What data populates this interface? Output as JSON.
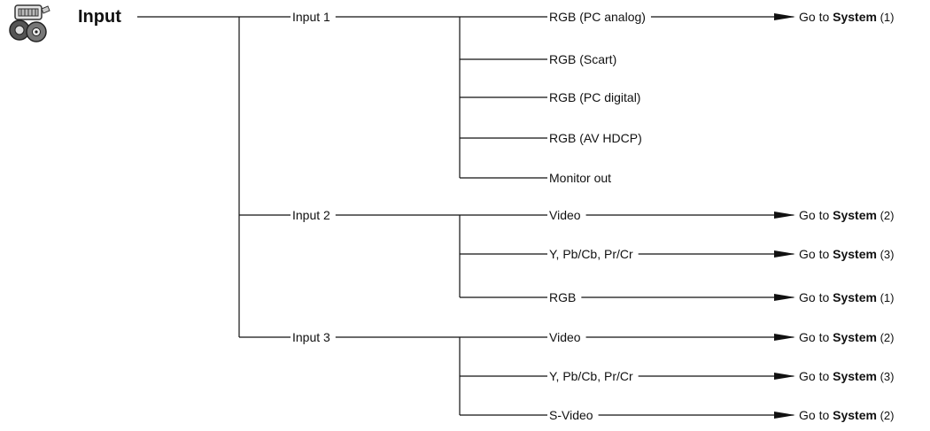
{
  "title": "Input",
  "icon": "input-connector-icon",
  "goto": {
    "prefix": "Go to",
    "target": "System"
  },
  "inputs": [
    {
      "label": "Input 1",
      "options": [
        {
          "label": "RGB (PC analog)",
          "system": "(1)"
        },
        {
          "label": "RGB (Scart)"
        },
        {
          "label": "RGB (PC digital)"
        },
        {
          "label": "RGB (AV HDCP)"
        },
        {
          "label": "Monitor out"
        }
      ]
    },
    {
      "label": "Input 2",
      "options": [
        {
          "label": "Video",
          "system": "(2)"
        },
        {
          "label": "Y, Pb/Cb, Pr/Cr",
          "system": "(3)"
        },
        {
          "label": "RGB",
          "system": "(1)"
        }
      ]
    },
    {
      "label": "Input 3",
      "options": [
        {
          "label": "Video",
          "system": "(2)"
        },
        {
          "label": "Y, Pb/Cb, Pr/Cr",
          "system": "(3)"
        },
        {
          "label": "S-Video",
          "system": "(2)"
        }
      ]
    }
  ]
}
